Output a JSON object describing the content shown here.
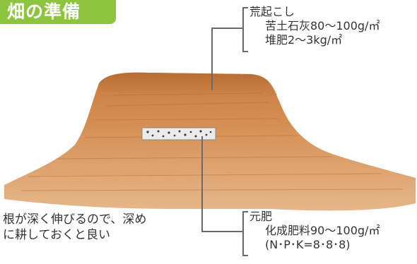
{
  "title": "畑の準備",
  "top_label": {
    "heading": "荒起こし",
    "line1": "苦土石灰80～100g/㎡",
    "line2": "堆肥2～3kg/㎡"
  },
  "bottom_label": {
    "heading": "元肥",
    "line1": "化成肥料90～100g/㎡",
    "line2": "(N･P･K=8･8･8)"
  },
  "left_note": {
    "line1": "根が深く伸びるので、深め",
    "line2": "に耕しておくと良い"
  },
  "colors": {
    "title_bg": "#8cc43e",
    "soil": "#d08a4e",
    "soil_dark": "#b86f36",
    "leader_line": "#6a6a6a"
  }
}
